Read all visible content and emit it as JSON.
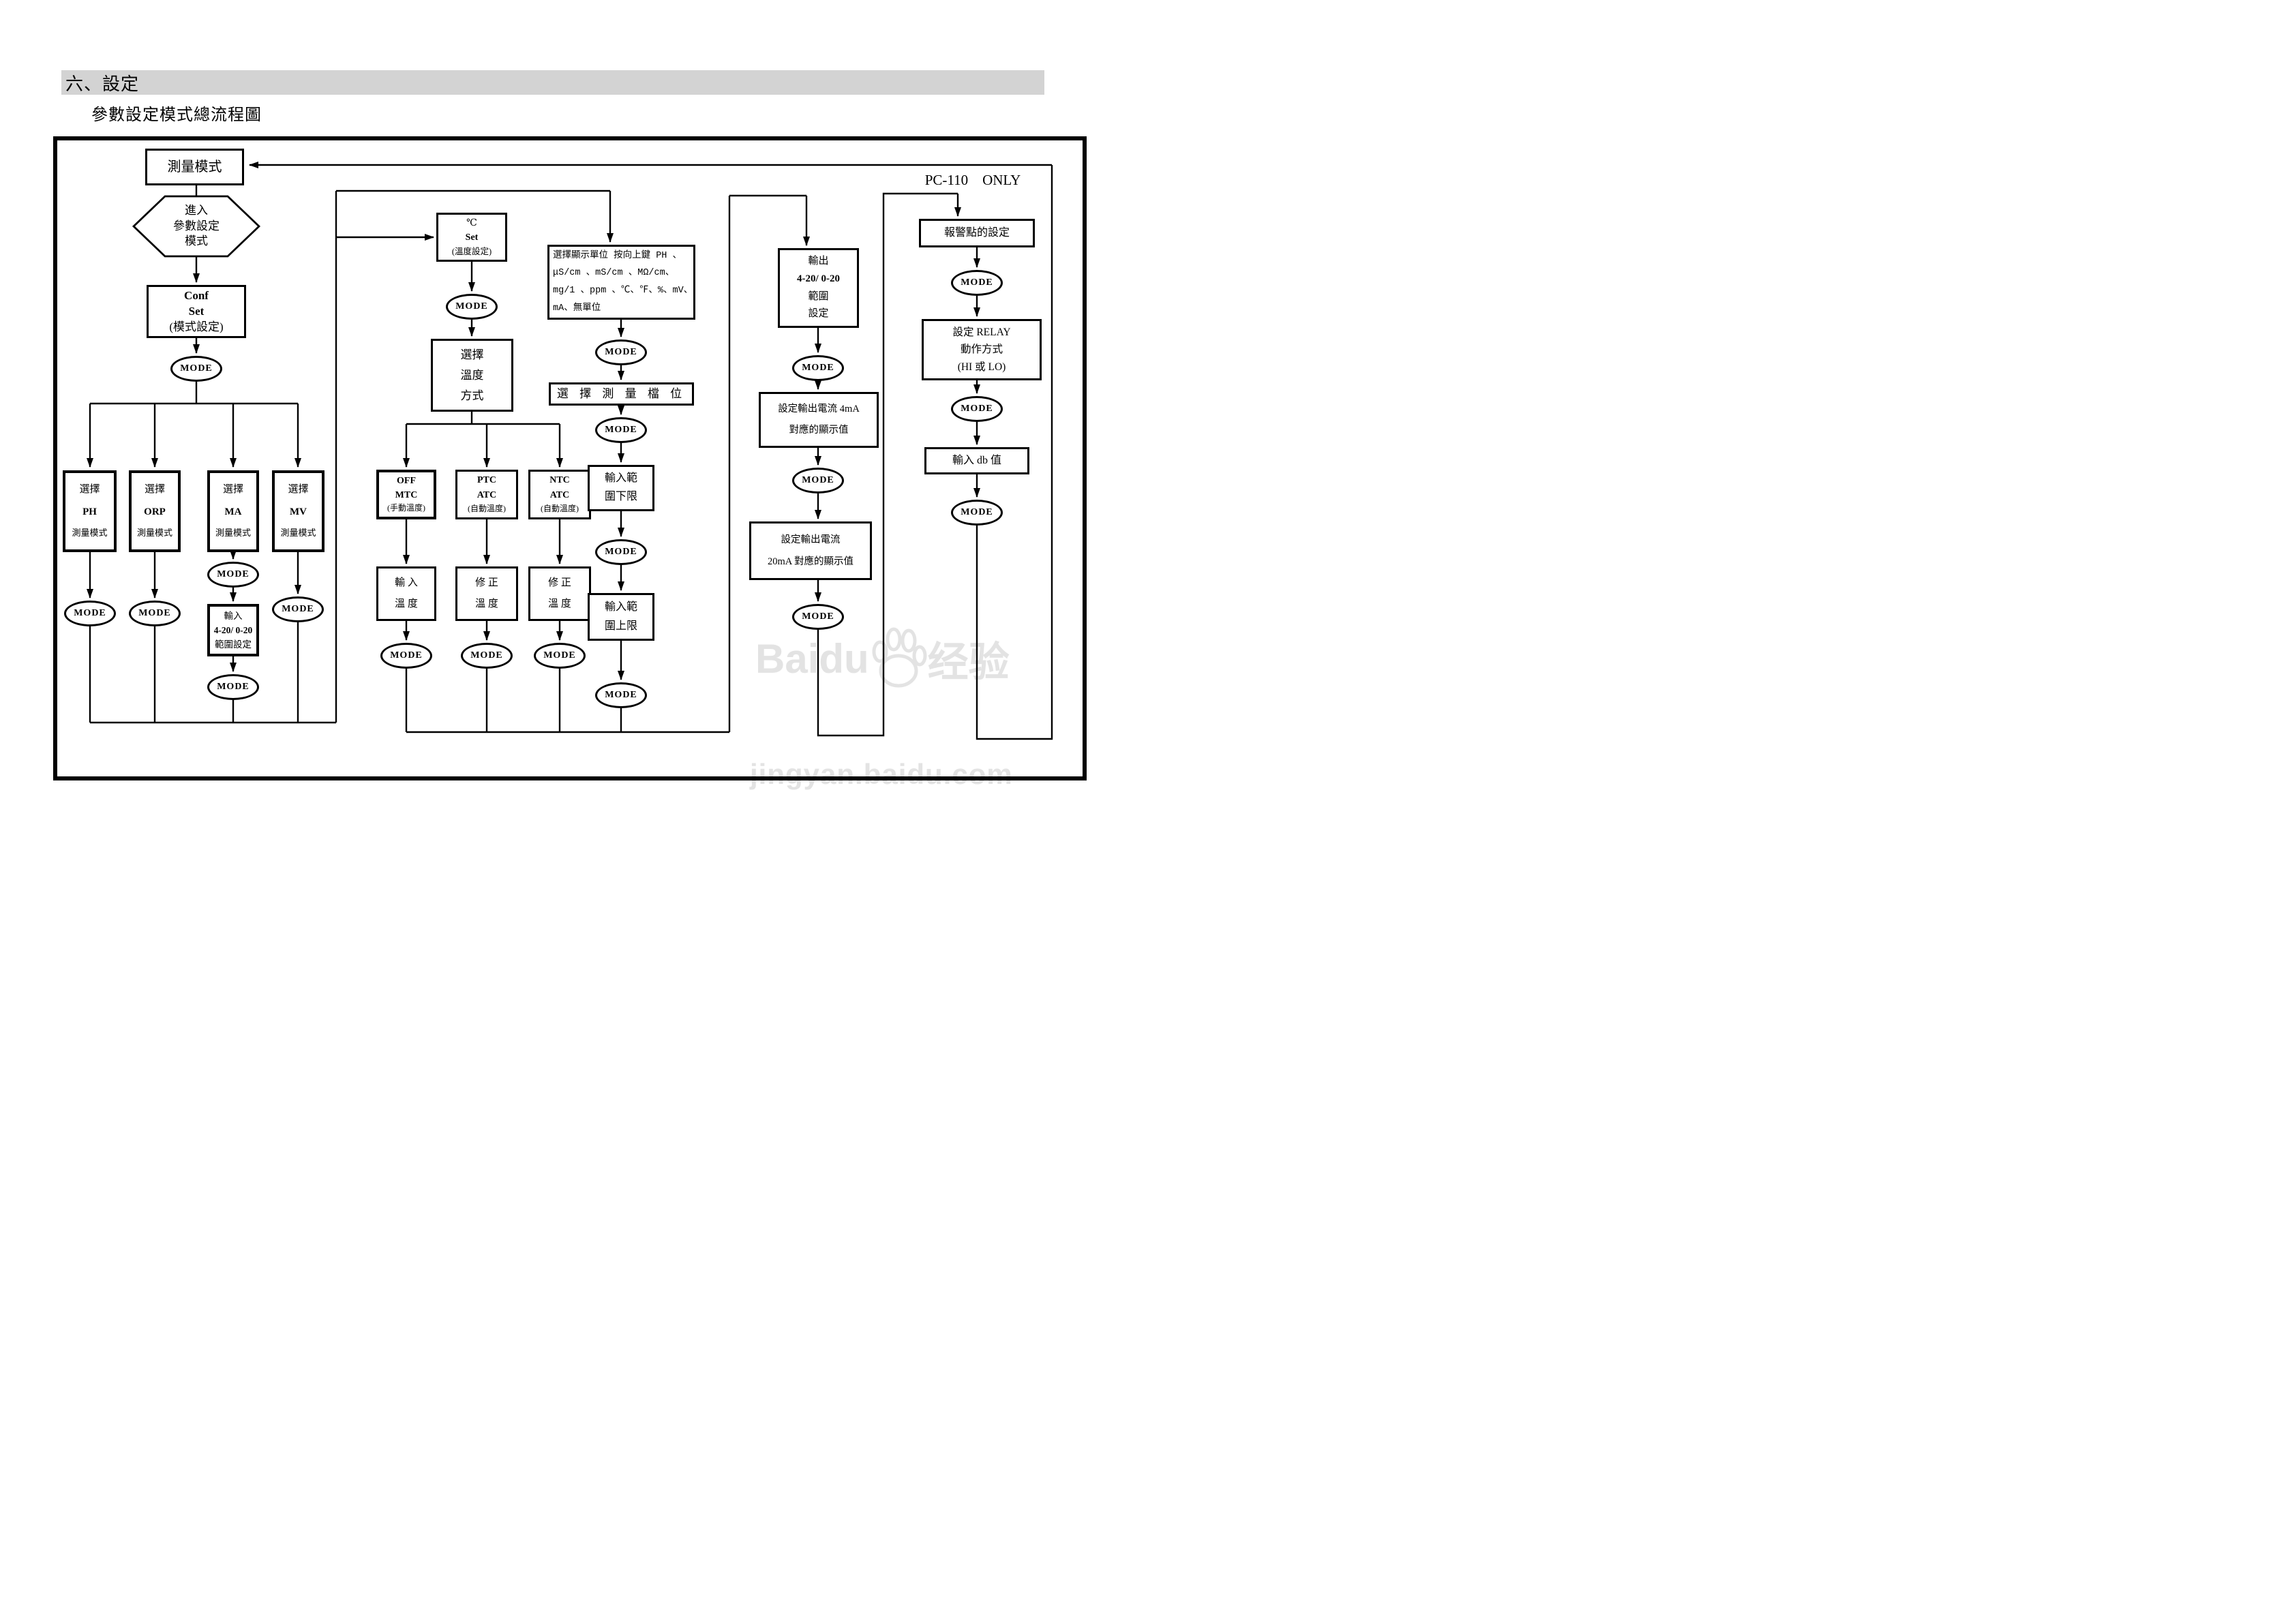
{
  "header": {
    "section_title": "六、設定",
    "subtitle": "參數設定模式總流程圖"
  },
  "labels": {
    "mode": "MODE",
    "pc110": "PC-110　ONLY"
  },
  "nodes": {
    "measure": [
      "測量模式"
    ],
    "enter": [
      "進入",
      "參數設定",
      "模式"
    ],
    "conf": [
      "Conf",
      "Set",
      "(模式設定)"
    ],
    "ph": [
      "選擇",
      "PH",
      "測量模式"
    ],
    "orp": [
      "選擇",
      "ORP",
      "測量模式"
    ],
    "ma": [
      "選擇",
      "MA",
      "測量模式"
    ],
    "mv": [
      "選擇",
      "MV",
      "測量模式"
    ],
    "range420": [
      "輸入",
      "4-20/ 0-20",
      "範圍設定"
    ],
    "cset": [
      "℃",
      "Set",
      "(溫度設定)"
    ],
    "tempsel": [
      "選擇",
      "溫度",
      "方式"
    ],
    "off": [
      "OFF",
      "MTC",
      "(手動溫度)"
    ],
    "ptc": [
      "PTC",
      "ATC",
      "(自動溫度)"
    ],
    "ntc": [
      "NTC",
      "ATC",
      "(自動溫度)"
    ],
    "input_temp": [
      "輸 入",
      "溫 度"
    ],
    "fix_temp1": [
      "修 正",
      "溫 度"
    ],
    "fix_temp2": [
      "修 正",
      "溫 度"
    ],
    "unit": [
      "選擇顯示單位 按向上鍵 PH 、",
      "μS/cm 、mS/cm 、MΩ/cm、",
      "mg/1 、ppm 、℃、℉、%、mV、",
      "mA、無單位"
    ],
    "rangesel": [
      "選 擇 測 量 檔 位"
    ],
    "rangelow": [
      "輸入範",
      "圍下限"
    ],
    "rangehigh": [
      "輸入範",
      "圍上限"
    ],
    "output": [
      "輸出",
      "4-20/ 0-20",
      "範圍",
      "設定"
    ],
    "out4ma": [
      "設定輸出電流 4mA",
      "對應的顯示值"
    ],
    "out20ma": [
      "設定輸出電流",
      "20mA 對應的顯示值"
    ],
    "alarm": [
      "報警點的設定"
    ],
    "relay": [
      "設定 RELAY",
      "動作方式",
      "(HI 或 LO)"
    ],
    "db": [
      "輸入 db 值"
    ]
  },
  "watermark": {
    "brand": "Baidu",
    "suffix": "经验",
    "url": "jingyan.baidu.com"
  }
}
